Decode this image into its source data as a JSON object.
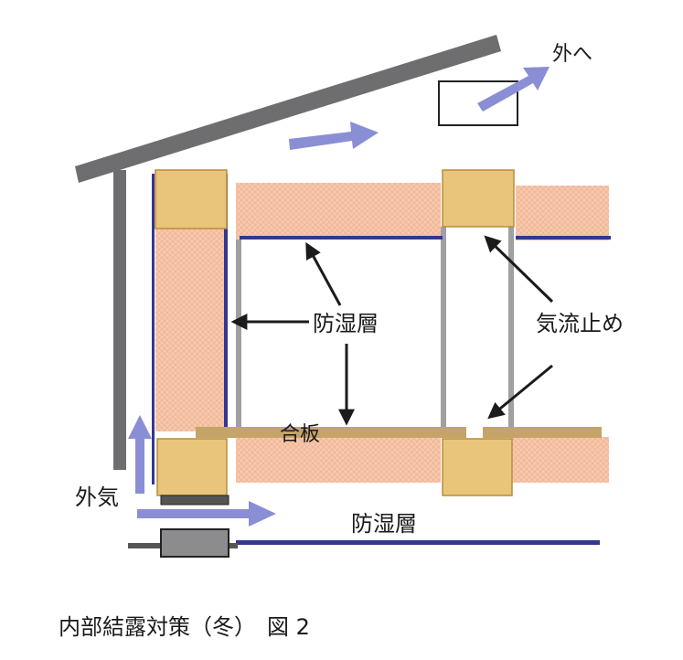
{
  "colors": {
    "roof": "#6e6e70",
    "insulation": "#f8c8ae",
    "insulation_hatch": "#efb392",
    "stud": "#e8c57a",
    "stud_edge": "#b98d3a",
    "vapor_barrier": "#34378f",
    "air_flow": "#8a8ed4",
    "plywood": "#c4a468",
    "arrow": "#1b1b1b",
    "frame": "#a0a0a0",
    "text": "#1a1a1a"
  },
  "labels": {
    "outside_exit": "外へ",
    "vapor_barrier_wall": "防湿層",
    "airflow_stop": "気流止め",
    "plywood": "合板",
    "outside_air": "外気",
    "vapor_barrier_floor": "防湿層"
  },
  "caption": "内部結露対策（冬）　図 2",
  "icons": {
    "vent": "vent-box-icon",
    "ground_vent": "ground-vent-icon"
  }
}
